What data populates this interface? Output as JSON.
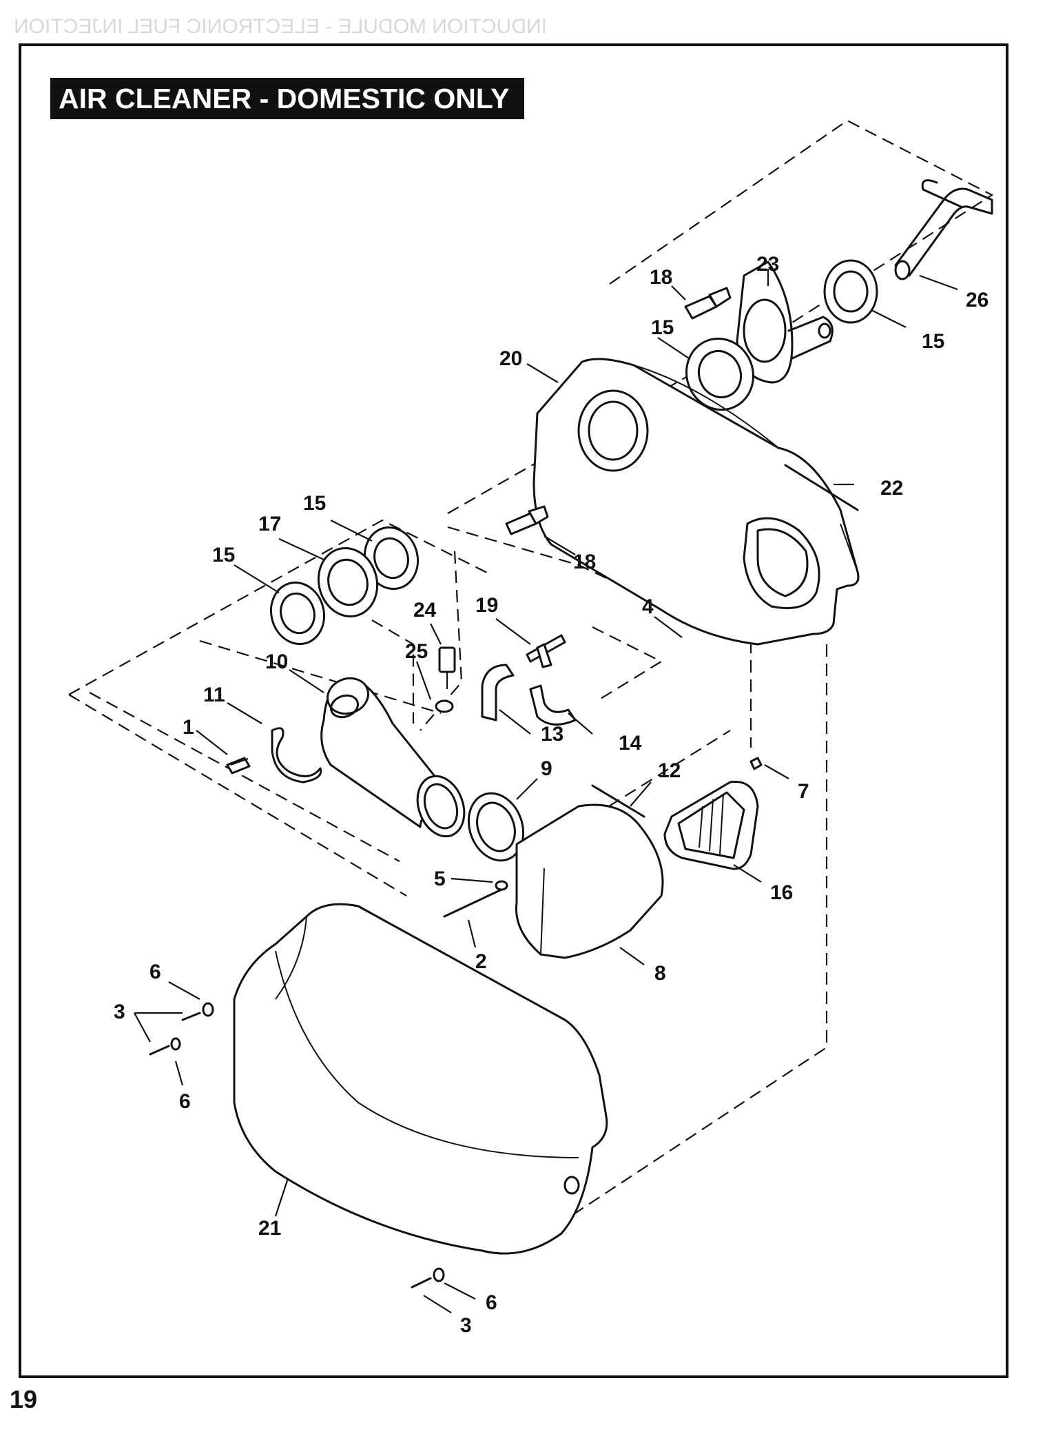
{
  "title": "AIR CLEANER - DOMESTIC ONLY",
  "page_number": "19",
  "ghost_header": "INDUCTION MODULE - ELECTRONIC FUEL INJECTION",
  "callouts": {
    "c1": "1",
    "c2": "2",
    "c3a": "3",
    "c3b": "3",
    "c4": "4",
    "c5": "5",
    "c6a": "6",
    "c6b": "6",
    "c6c": "6",
    "c7": "7",
    "c8": "8",
    "c9": "9",
    "c10": "10",
    "c11": "11",
    "c12": "12",
    "c13": "13",
    "c14": "14",
    "c15a": "15",
    "c15b": "15",
    "c15c": "15",
    "c15d": "15",
    "c16": "16",
    "c17": "17",
    "c18a": "18",
    "c18b": "18",
    "c19": "19",
    "c20": "20",
    "c21": "21",
    "c22": "22",
    "c23": "23",
    "c24": "24",
    "c25": "25",
    "c26": "26"
  }
}
